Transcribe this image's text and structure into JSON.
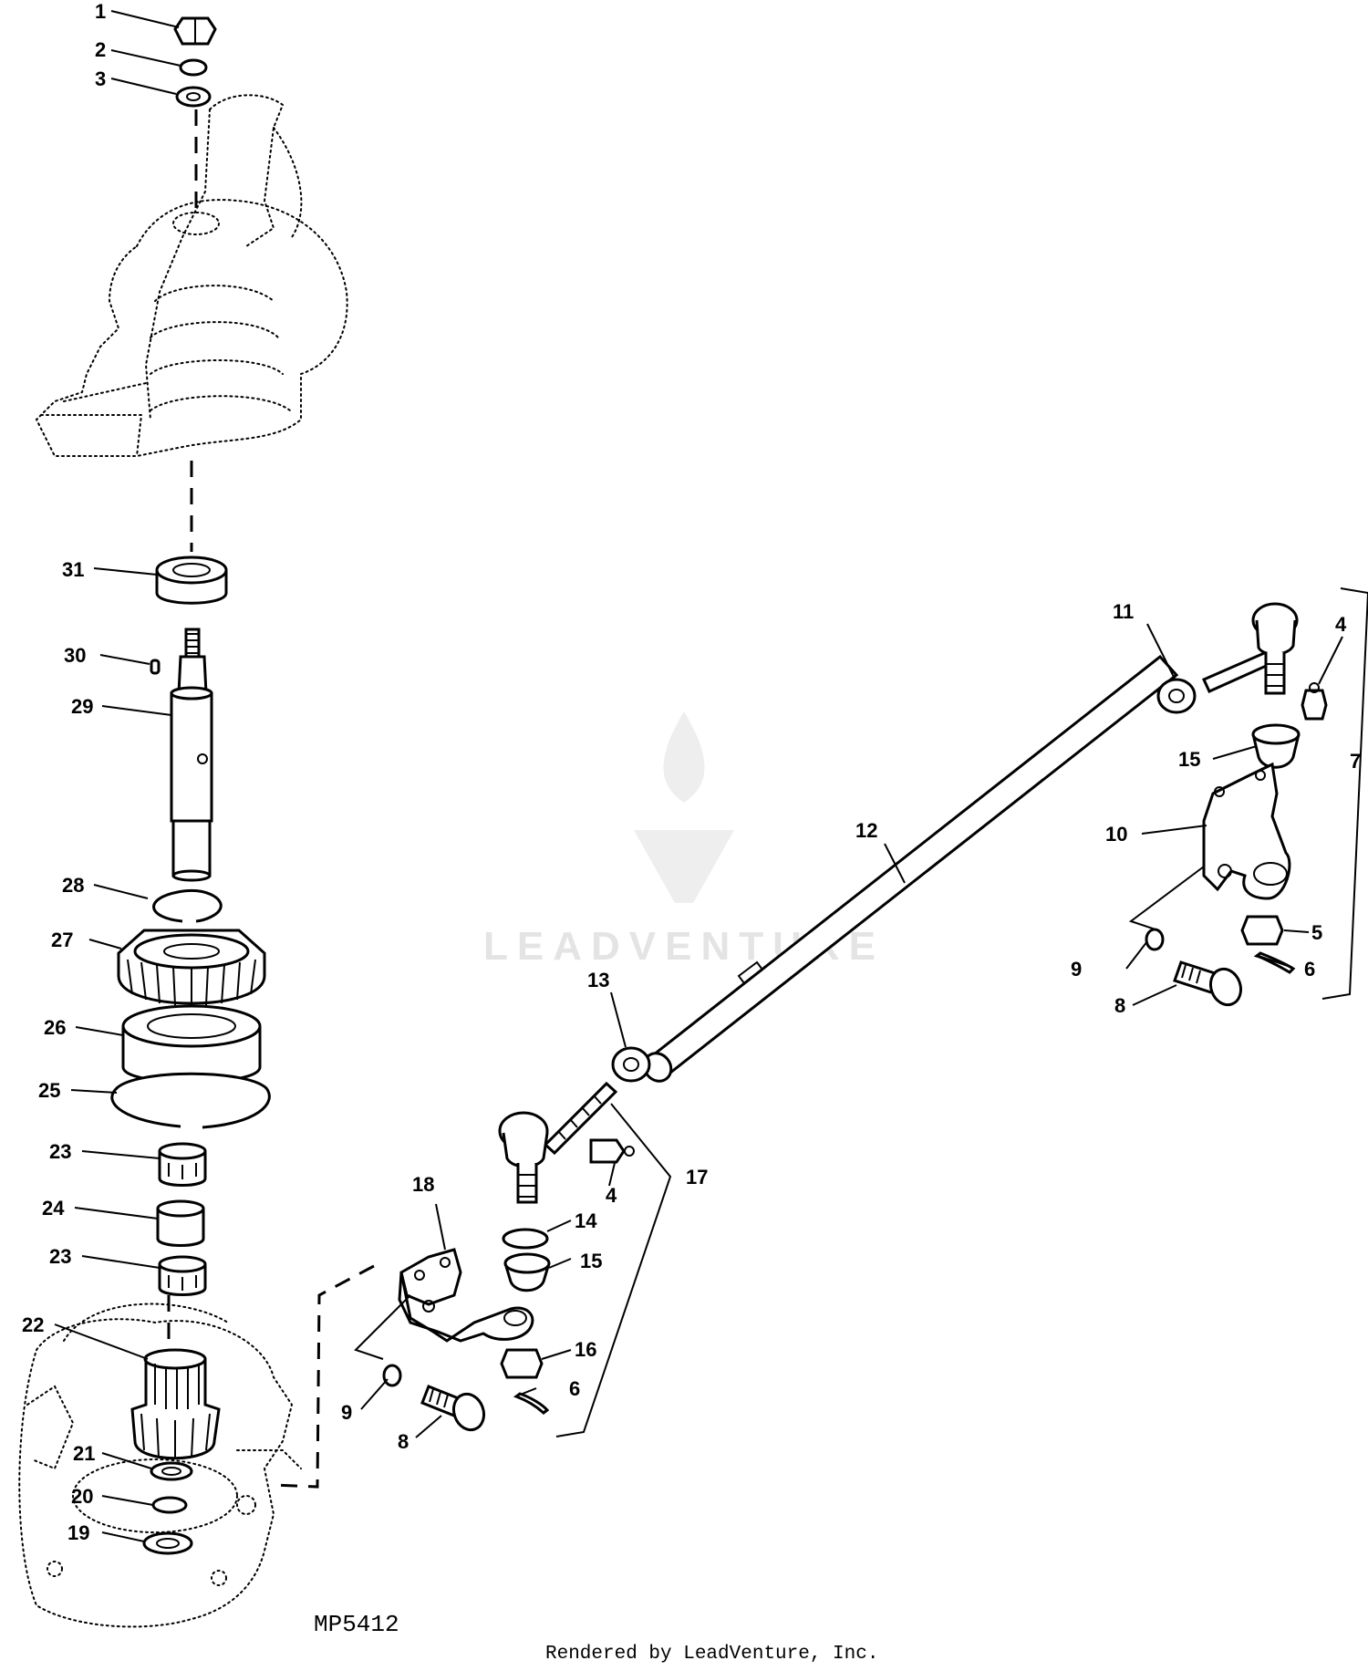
{
  "diagram": {
    "drawing_number": "MP5412",
    "credit": "Rendered by LeadVenture, Inc.",
    "watermark": "LEADVENTURE",
    "callouts": [
      "1",
      "2",
      "3",
      "31",
      "30",
      "29",
      "28",
      "27",
      "26",
      "25",
      "23",
      "24",
      "23",
      "22",
      "21",
      "20",
      "19",
      "13",
      "12",
      "11",
      "4",
      "15",
      "7",
      "10",
      "5",
      "9",
      "6",
      "8",
      "17",
      "4",
      "14",
      "15",
      "18",
      "16",
      "6",
      "9",
      "8"
    ]
  }
}
